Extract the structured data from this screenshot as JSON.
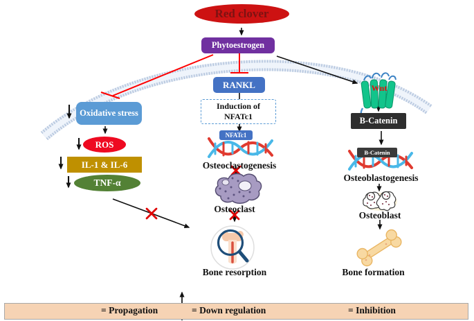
{
  "figure": {
    "description": "Pathway diagram of red clover phytoestrogen effects on bone remodeling"
  },
  "nodes": {
    "red_clover": "Red clover",
    "phytoestrogen": "Phytoestrogen",
    "rankl": "RANKL",
    "induction_line1": "Induction  of",
    "induction_line2": "NFATc1",
    "nfatc1_tag": "NFATc1",
    "osteoclastogenesis": "Osteoclastogenesis",
    "osteoclast": "Osteoclast",
    "bone_resorption": "Bone resorption",
    "oxidative_stress": "Oxidative stress",
    "ros": "ROS",
    "interleukins": "IL-1 & IL-6",
    "tnf_alpha": "TNF-α",
    "wnt": "Wnt",
    "b_catenin": "B-Catenin",
    "b_catenin_tag": "B-Catenin",
    "osteoblastogenesis": "Osteoblastogenesis",
    "osteoblast": "Osteoblast",
    "bone_formation": "Bone formation"
  },
  "legend": {
    "propagation": "= Propagation",
    "down_regulation": "= Down regulation",
    "inhibition": "= Inhibition"
  },
  "colors": {
    "red_clover_fill": "#cd1212",
    "phytoestrogen_fill": "#7030a0",
    "rankl_fill": "#4472c4",
    "oxidative_fill": "#5b9bd5",
    "ros_fill": "#ee0a21",
    "interleukin_fill": "#bf9000",
    "tnf_fill": "#538135",
    "b_catenin_fill": "#2e2e2e",
    "inhibition_red": "#fe0000",
    "legend_bg": "#f6d3b4",
    "membrane_blue": "#a8bcd8",
    "wnt_green": "#12c48b"
  }
}
